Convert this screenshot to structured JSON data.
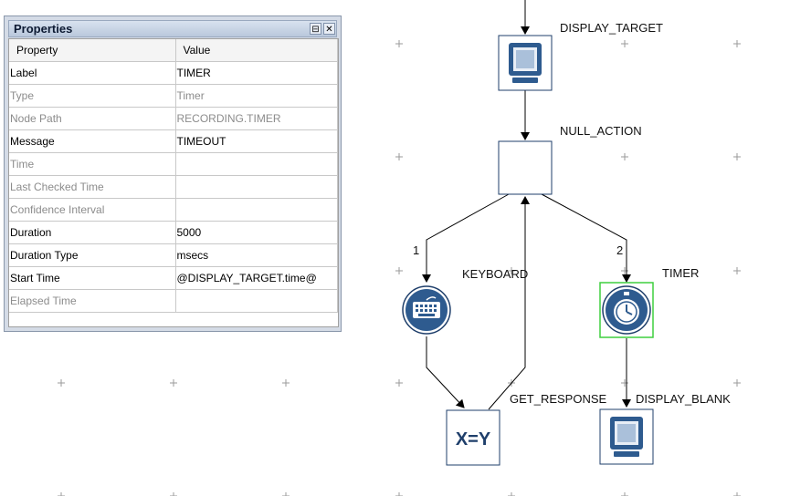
{
  "panel": {
    "title": "Properties",
    "pin_glyph": "⊟",
    "close_glyph": "✕",
    "columns": [
      "Property",
      "Value"
    ],
    "rows": [
      {
        "property": "Label",
        "value": "TIMER",
        "enabled": true
      },
      {
        "property": "Type",
        "value": "Timer",
        "enabled": false
      },
      {
        "property": "Node Path",
        "value": "RECORDING.TIMER",
        "enabled": false
      },
      {
        "property": "Message",
        "value": "TIMEOUT",
        "enabled": true
      },
      {
        "property": "Time",
        "value": "",
        "enabled": false
      },
      {
        "property": "Last Checked Time",
        "value": "",
        "enabled": false
      },
      {
        "property": "Confidence Interval",
        "value": "",
        "enabled": false
      },
      {
        "property": "Duration",
        "value": "5000",
        "enabled": true
      },
      {
        "property": "Duration Type",
        "value": "msecs",
        "enabled": true
      },
      {
        "property": "Start Time",
        "value": "@DISPLAY_TARGET.time@",
        "enabled": true
      },
      {
        "property": "Elapsed Time",
        "value": "",
        "enabled": false
      }
    ]
  },
  "diagram": {
    "nodes": {
      "display_target": {
        "label": "DISPLAY_TARGET",
        "icon": "monitor-icon"
      },
      "null_action": {
        "label": "NULL_ACTION",
        "icon": "empty-box"
      },
      "keyboard": {
        "label": "KEYBOARD",
        "icon": "keyboard-icon"
      },
      "timer": {
        "label": "TIMER",
        "icon": "stopwatch-icon",
        "selected": true
      },
      "get_response": {
        "label": "GET_RESPONSE",
        "icon": "assignment-icon",
        "icon_text": "X=Y"
      },
      "display_blank": {
        "label": "DISPLAY_BLANK",
        "icon": "monitor-icon"
      }
    },
    "branches": {
      "left": "1",
      "right": "2"
    }
  },
  "colors": {
    "node_border": "#1f3f6b",
    "icon_blue": "#2e5b8f",
    "selection": "#3fcf3f",
    "grid_plus": "#9a9a9a"
  }
}
